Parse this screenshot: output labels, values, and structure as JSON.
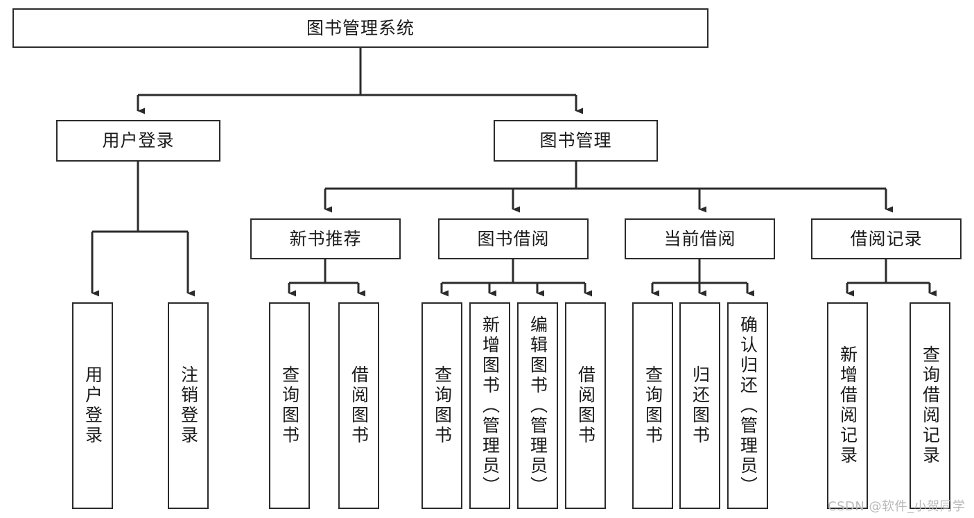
{
  "diagram": {
    "type": "tree-hierarchy",
    "title": "图书管理系统",
    "watermark": "CSDN @软件_小贺同学",
    "colors": {
      "box_border": "#2b2b2b",
      "box_fill": "#ffffff",
      "line": "#2b2b2b",
      "text": "#1a1a1a",
      "watermark": "#b9b9b9",
      "background": "#ffffff"
    },
    "levels": {
      "root": {
        "label": "图书管理系统"
      },
      "level2": [
        {
          "label": "用户登录"
        },
        {
          "label": "图书管理"
        }
      ],
      "level3": [
        {
          "label": "新书推荐"
        },
        {
          "label": "图书借阅"
        },
        {
          "label": "当前借阅"
        },
        {
          "label": "借阅记录"
        }
      ],
      "leaves": {
        "user_login": [
          {
            "label": "用户登录"
          },
          {
            "label": "注销登录"
          }
        ],
        "new_book_recommend": [
          {
            "label": "查询图书"
          },
          {
            "label": "借阅图书"
          }
        ],
        "book_borrow": [
          {
            "label": "查询图书"
          },
          {
            "label": "新增图书（管理员）"
          },
          {
            "label": "编辑图书（管理员）"
          },
          {
            "label": "借阅图书"
          }
        ],
        "current_borrow": [
          {
            "label": "查询图书"
          },
          {
            "label": "归还图书"
          },
          {
            "label": "确认归还（管理员）"
          }
        ],
        "borrow_record": [
          {
            "label": "新增借阅记录"
          },
          {
            "label": "查询借阅记录"
          }
        ]
      }
    }
  }
}
